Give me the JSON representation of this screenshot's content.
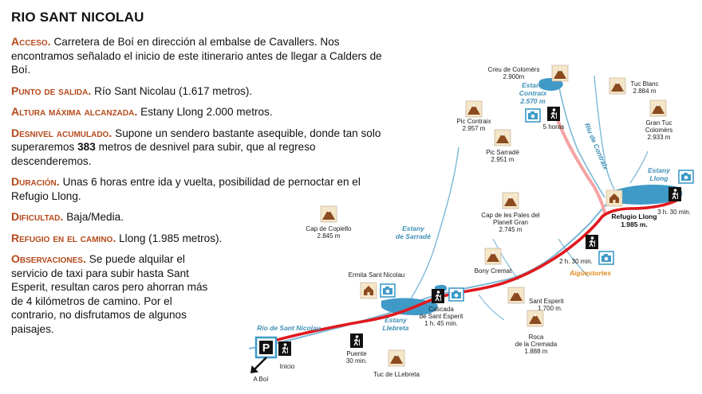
{
  "title": "RIO SANT NICOLAU",
  "info": [
    {
      "label": "Acceso",
      "text": "Carretera de Boí en dirección al embalse de Cavallers. Nos encontramos señalado el inicio de este itinerario antes de llegar a Calders de Boí."
    },
    {
      "label": "Punto de salida",
      "text": "Río Sant Nicolau (1.617 metros)."
    },
    {
      "label": "Altura máxima alcanzada",
      "text": "Estany Llong 2.000 metros."
    },
    {
      "label": "Desnivel acumulado",
      "text_before": "Supone un sendero bastante asequible, donde tan solo superaremos ",
      "highlight": "383",
      "text_after": " metros de desnivel para subir, que al regreso descenderemos."
    },
    {
      "label": "Duración",
      "text": "Unas 6 horas entre ida y vuelta, posibilidad de pernoctar en el Refugio Llong."
    },
    {
      "label": "Dificultad",
      "text": "Baja/Media."
    },
    {
      "label": "Refugio en el camino",
      "text": "Llong (1.985 metros)."
    },
    {
      "label": "Observaciones",
      "text": "Se puede alquilar el servicio de taxi para subir hasta Sant Esperit, resultan caros pero ahorran más de 4 kilómetros de camino. Por el contrario, no disfrutamos de algunos paisajes."
    }
  ],
  "map": {
    "colors": {
      "route": "#e0191e",
      "branch": "#f4a3a3",
      "river": "#7cb8d6",
      "lake": "#3f9ac8",
      "peak_icon": "#f5e6c8",
      "peak": "#8b4a1f",
      "accent": "#e08a1e"
    },
    "peaks": {
      "colomers": {
        "name": "Creu de Colomèrs",
        "alt": "2.900m"
      },
      "tuc_blanc": {
        "name": "Tuc Blanc",
        "alt": "2.884 m"
      },
      "contraix": {
        "name": "Pic Contraix",
        "alt": "2.957 m"
      },
      "sarrade": {
        "name": "Pic Sarradé",
        "alt": "2.951 m"
      },
      "gran_tuc": {
        "name1": "Gran Tuc",
        "name2": "Colomèrs",
        "alt": "2.933 m"
      },
      "copiello": {
        "name": "Cap de Copiello",
        "alt": "2.845 m"
      },
      "pales": {
        "name1": "Cap de les Pales del",
        "name2": "Planell Gran",
        "alt": "2.745 m"
      },
      "bony": {
        "name": "Bony Cremat"
      },
      "esperit": {
        "name": "Sant Esperit",
        "alt": "1.700 m."
      },
      "roca": {
        "name1": "Roca",
        "name2": "de la Cremada",
        "alt": "1.888 m"
      },
      "tuc_llebreta": {
        "name": "Tuc de LLebreta"
      }
    },
    "waters": {
      "contraix_lake": {
        "name1": "Estany",
        "name2": "Contraix",
        "alt": "2.570 m"
      },
      "llong_lake": {
        "name1": "Estany",
        "name2": "Llong"
      },
      "sarrade_lake": {
        "name1": "Estany",
        "name2": "de Sarradé"
      },
      "llebreta_lake": {
        "name1": "Estany",
        "name2": "Llebreta"
      },
      "river": "Río de Sant Nicolau",
      "riu_contraix": "Riu de Contraix"
    },
    "places": {
      "ermita": "Ermita Sant Nicolau",
      "refugio": {
        "name": "Refugio Llong",
        "alt": "1.985 m."
      },
      "aiguestortes": "Aigüestortes",
      "a_boi": "A Boí"
    },
    "markers": {
      "inicio": "Inicio",
      "parking_letter": "P",
      "puente": {
        "name": "Puente",
        "time": "30 min."
      },
      "cascada": {
        "name1": "Cascada",
        "name2": "de Sant Esperit",
        "time": "1 h. 45 min."
      },
      "two_h": "2 h. 30 min.",
      "three_h": "3 h. 30 min.",
      "five_h": "5 horas"
    }
  }
}
